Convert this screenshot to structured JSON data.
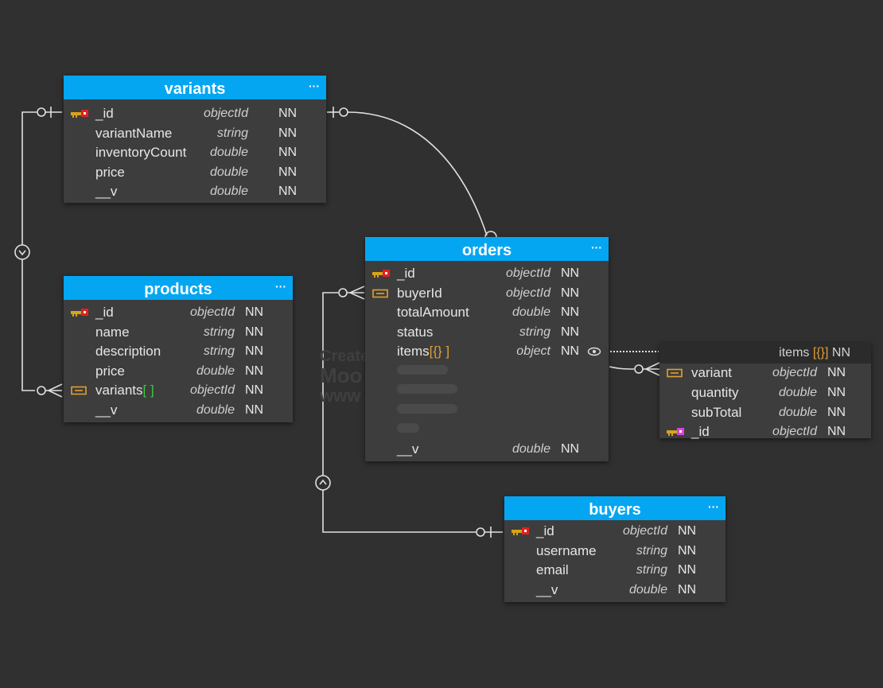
{
  "colors": {
    "background": "#303030",
    "header": "#04a6f2",
    "entity_body": "#3d3d3d",
    "line": "#e0e0e0",
    "pk_icon": "#d9a21a",
    "fk_icon": "#e0a030",
    "nested_pk_icon": "#d946d9"
  },
  "watermark": {
    "line1": "Create",
    "line2": "Moo",
    "line3": "www"
  },
  "entities": {
    "variants": {
      "title": "variants",
      "menu": "···",
      "fields": [
        {
          "icon": "pk",
          "name": "_id",
          "type": "objectId",
          "nn": "NN"
        },
        {
          "icon": "",
          "name": "variantName",
          "type": "string",
          "nn": "NN"
        },
        {
          "icon": "",
          "name": "inventoryCount",
          "type": "double",
          "nn": "NN"
        },
        {
          "icon": "",
          "name": "price",
          "type": "double",
          "nn": "NN"
        },
        {
          "icon": "",
          "name": "__v",
          "type": "double",
          "nn": "NN"
        }
      ]
    },
    "products": {
      "title": "products",
      "menu": "···",
      "fields": [
        {
          "icon": "pk",
          "name": "_id",
          "type": "objectId",
          "nn": "NN"
        },
        {
          "icon": "",
          "name": "name",
          "type": "string",
          "nn": "NN"
        },
        {
          "icon": "",
          "name": "description",
          "type": "string",
          "nn": "NN"
        },
        {
          "icon": "",
          "name": "price",
          "type": "double",
          "nn": "NN"
        },
        {
          "icon": "fk",
          "name": "variants",
          "bracket": "[ ]",
          "type": "objectId",
          "nn": "NN"
        },
        {
          "icon": "",
          "name": "__v",
          "type": "double",
          "nn": "NN"
        }
      ]
    },
    "orders": {
      "title": "orders",
      "menu": "···",
      "fields": [
        {
          "icon": "pk",
          "name": "_id",
          "type": "objectId",
          "nn": "NN"
        },
        {
          "icon": "fk",
          "name": "buyerId",
          "type": "objectId",
          "nn": "NN"
        },
        {
          "icon": "",
          "name": "totalAmount",
          "type": "double",
          "nn": "NN"
        },
        {
          "icon": "",
          "name": "status",
          "type": "string",
          "nn": "NN"
        },
        {
          "icon": "",
          "name": "items",
          "bracket": "[{} ]",
          "type": "object",
          "nn": "NN"
        }
      ],
      "last_field": {
        "name": "__v",
        "type": "double",
        "nn": "NN"
      }
    },
    "buyers": {
      "title": "buyers",
      "menu": "···",
      "fields": [
        {
          "icon": "pk",
          "name": "_id",
          "type": "objectId",
          "nn": "NN"
        },
        {
          "icon": "",
          "name": "username",
          "type": "string",
          "nn": "NN"
        },
        {
          "icon": "",
          "name": "email",
          "type": "string",
          "nn": "NN"
        },
        {
          "icon": "",
          "name": "__v",
          "type": "double",
          "nn": "NN"
        }
      ]
    },
    "items": {
      "title": "items",
      "bracket": "[{}]",
      "nn": "NN",
      "fields": [
        {
          "icon": "fk",
          "name": "variant",
          "type": "objectId",
          "nn": "NN"
        },
        {
          "icon": "",
          "name": "quantity",
          "type": "double",
          "nn": "NN"
        },
        {
          "icon": "",
          "name": "subTotal",
          "type": "double",
          "nn": "NN"
        },
        {
          "icon": "pk2",
          "name": "_id",
          "type": "objectId",
          "nn": "NN"
        }
      ]
    }
  }
}
